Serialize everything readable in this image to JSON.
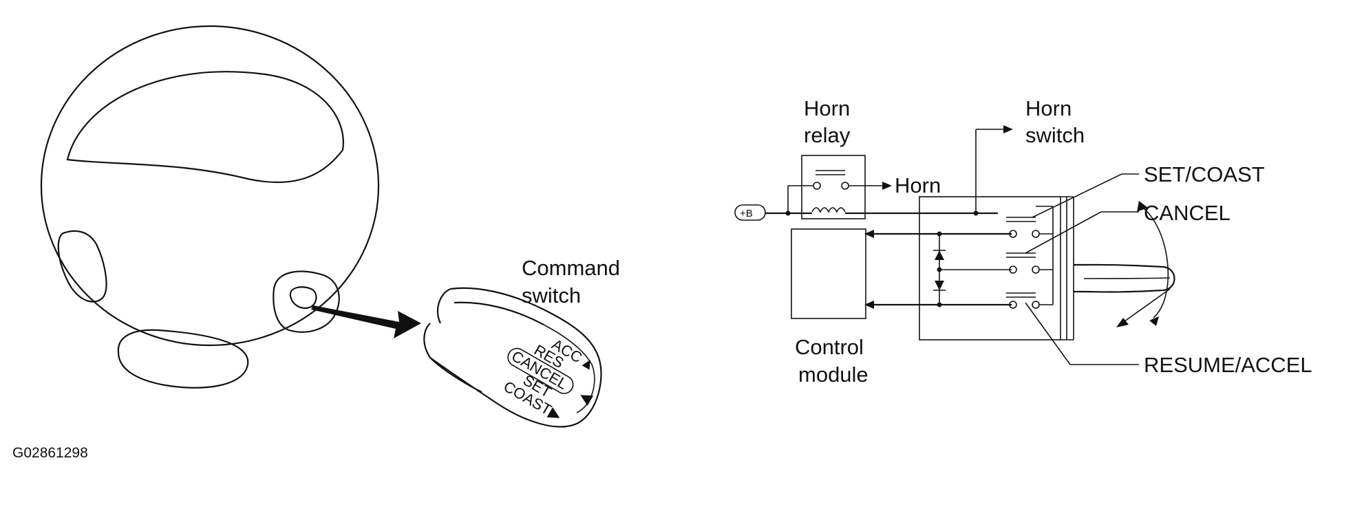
{
  "figure_code": "G02861298",
  "left": {
    "command_switch_label_line1": "Command",
    "command_switch_label_line2": "switch",
    "switch_markings": [
      "ACC",
      "RES",
      "CANCEL",
      "SET",
      "COAST"
    ]
  },
  "right": {
    "horn_relay_line1": "Horn",
    "horn_relay_line2": "relay",
    "horn_switch_line1": "Horn",
    "horn_switch_line2": "switch",
    "horn": "Horn",
    "battery": "+B",
    "control_module_line1": "Control",
    "control_module_line2": "module",
    "set_coast": "SET/COAST",
    "cancel": "CANCEL",
    "resume_accel": "RESUME/ACCEL"
  }
}
